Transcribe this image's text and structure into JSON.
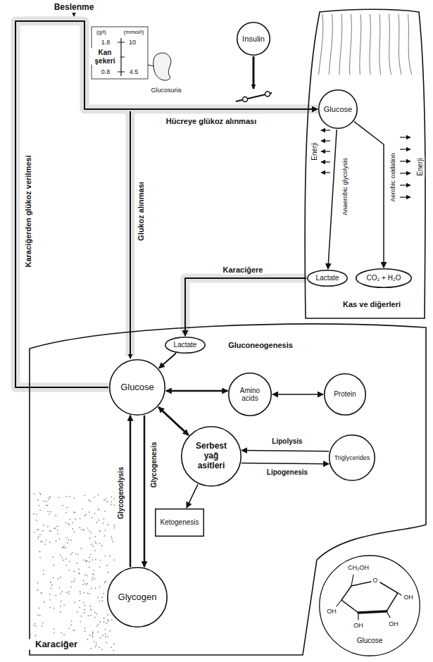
{
  "diagram": {
    "nodes": [
      {
        "text": [
          "Insulin"
        ]
      },
      {
        "text": [
          "Kas ve diğerleri"
        ]
      },
      {
        "text": [
          "Glucose"
        ],
        "in": 1
      },
      {
        "text": [
          "Lactate"
        ],
        "in": 1
      },
      {
        "text": [
          "CO₂ + H₂O"
        ],
        "in": 1
      },
      {
        "text": [
          "Karaciğer"
        ]
      },
      {
        "text": [
          "Lactate"
        ],
        "in": 5
      },
      {
        "text": [
          "Glucose"
        ],
        "in": 5
      },
      {
        "text": [
          "Amino acids"
        ],
        "in": 5
      },
      {
        "text": [
          "Protein"
        ],
        "in": 5
      },
      {
        "text": [
          "Serbest yağ asitleri"
        ],
        "in": 5
      },
      {
        "text": [
          "Triglycerides"
        ],
        "in": 5
      },
      {
        "text": [
          "Ketogenesis"
        ],
        "in": 5
      },
      {
        "text": [
          "Glycogen"
        ],
        "in": 5
      },
      {
        "text": [
          "CH₂OH",
          "O",
          "OH",
          "OH",
          "OH",
          "OH",
          "Glucose"
        ]
      }
    ],
    "edges": [
      {
        "from": 7,
        "to": 2,
        "arrow": "to",
        "label": "Karaciğerden glükoz verilmesi"
      },
      {
        "from": 3,
        "to": 6,
        "arrow": "to",
        "label": "Karaciğere"
      },
      {
        "from": 2,
        "to": 3,
        "arrow": "to"
      },
      {
        "from": 2,
        "to": 4,
        "arrow": "to"
      },
      {
        "from": 6,
        "to": 7,
        "arrow": "to"
      },
      {
        "from": 8,
        "to": 7,
        "arrow": "both"
      },
      {
        "from": 9,
        "to": 8,
        "arrow": "both"
      },
      {
        "from": 7,
        "to": 10,
        "arrow": "both"
      },
      {
        "from": 11,
        "to": 10,
        "arrow": "to",
        "label": "Lipolysis"
      },
      {
        "from": 10,
        "to": 11,
        "arrow": "to",
        "label": "Lipogenesis"
      },
      {
        "from": 10,
        "to": 12,
        "arrow": "to"
      },
      {
        "from": 13,
        "to": 7,
        "arrow": "to",
        "label": "Glycogenolysis"
      },
      {
        "from": 7,
        "to": 13,
        "arrow": "to",
        "label": "Glycogenesis"
      }
    ],
    "labels": [
      "Beslenme",
      "(g/l)",
      "(mmol/l)",
      "1.8",
      "10",
      "Kan şekeri",
      "0.8",
      "4.5",
      "Glucosuria",
      "Hücreye glükoz alınması",
      "Glukoz alınması",
      "Enerji",
      "Anaerobic glycolysis",
      "Aerobic oxidation",
      "Enerji",
      "Gluconeogenesis"
    ]
  }
}
